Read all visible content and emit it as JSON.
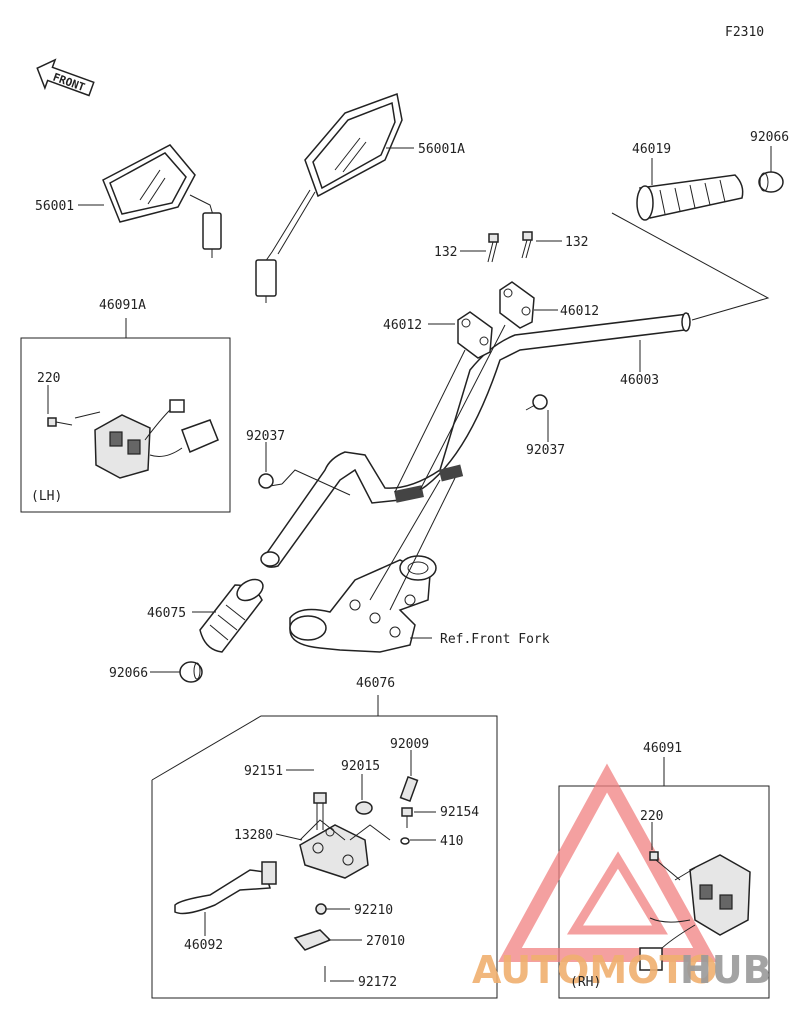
{
  "diagram_code": "F2310",
  "front_label": "FRONT",
  "ref_label": "Ref.Front Fork",
  "left_box": {
    "part": "46091A",
    "side": "(LH)",
    "screw": "220"
  },
  "right_box": {
    "part": "46091",
    "side": "(RH)",
    "screw": "220"
  },
  "lever_box": {
    "part": "46076"
  },
  "watermark": {
    "text_a": "AUTOMOTO",
    "text_b": "HUB",
    "color_a": "#f0b070",
    "color_b": "#9a9a9a",
    "triangle_color": "#f08080"
  },
  "labels": {
    "mirror_left": "56001",
    "mirror_right": "56001A",
    "grip_right": "46019",
    "cap_right": "92066",
    "bolt_a": "132",
    "bolt_b": "132",
    "holder_a": "46012",
    "holder_b": "46012",
    "handlebar": "46003",
    "clamp_left": "92037",
    "clamp_right": "92037",
    "grip_left": "46075",
    "cap_left": "92066",
    "bolt_92151": "92151",
    "collar_92015": "92015",
    "screw_92009": "92009",
    "screw_92154": "92154",
    "holder_13280": "13280",
    "washer_410": "410",
    "nut_92210": "92210",
    "lever_46092": "46092",
    "switch_27010": "27010",
    "screw_92172": "92172"
  }
}
